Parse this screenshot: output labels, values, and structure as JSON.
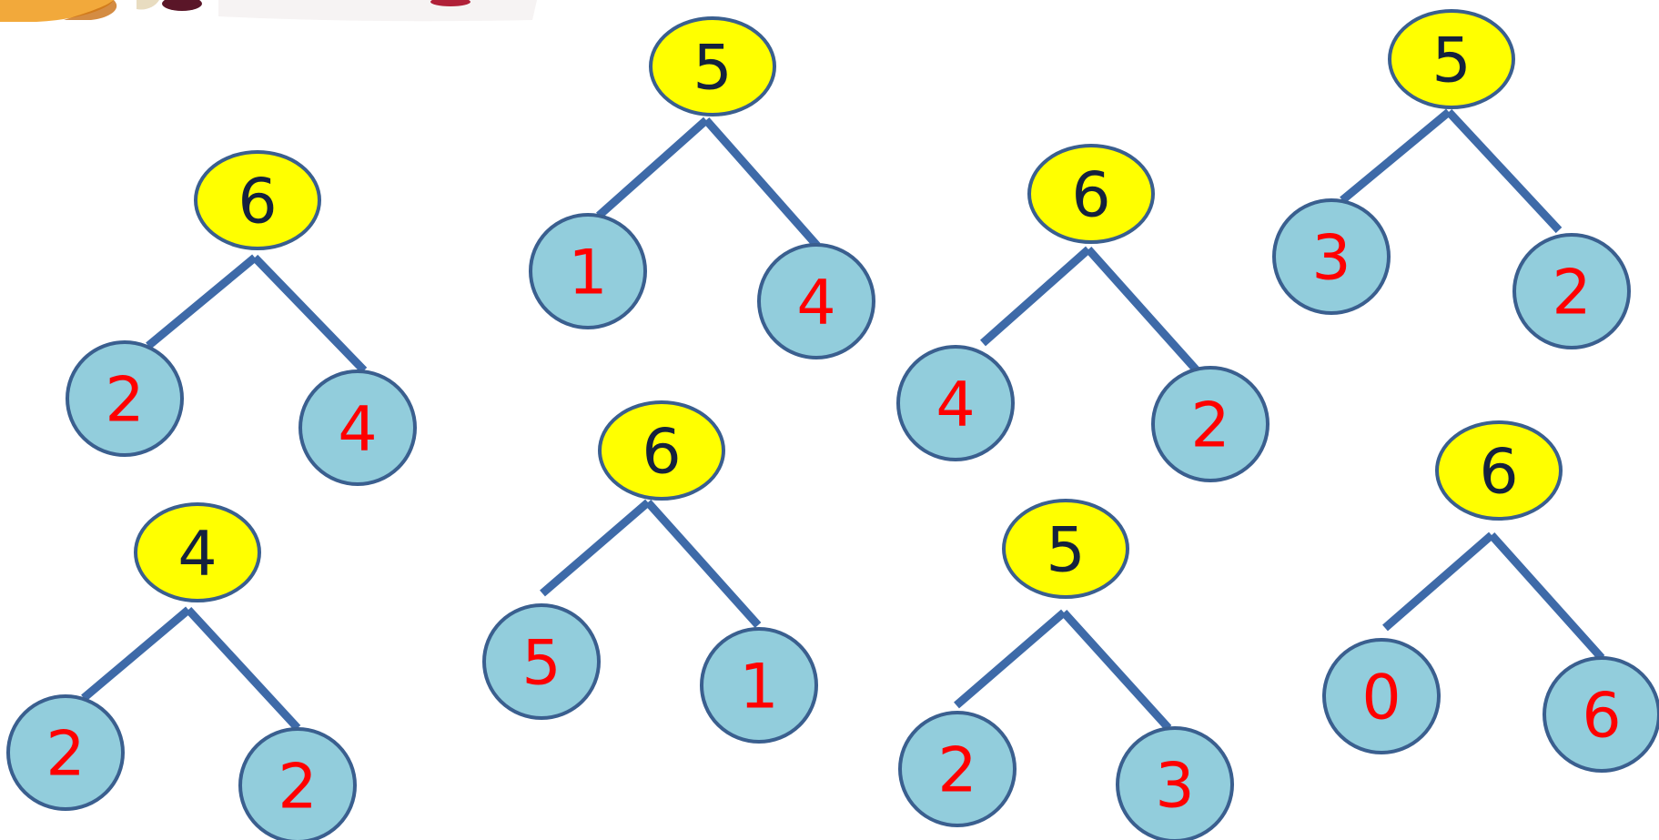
{
  "colors": {
    "whole_fill": "#FFFF00",
    "part_fill": "#92CDDC",
    "outline": "#3A5F8F",
    "connector": "#3E6AA8",
    "whole_text": "#14213D",
    "part_text": "#FF0000"
  },
  "bonds": [
    {
      "whole": "6",
      "left": "2",
      "right": "4"
    },
    {
      "whole": "5",
      "left": "1",
      "right": "4"
    },
    {
      "whole": "6",
      "left": "4",
      "right": "2"
    },
    {
      "whole": "5",
      "left": "3",
      "right": "2"
    },
    {
      "whole": "4",
      "left": "2",
      "right": "2"
    },
    {
      "whole": "6",
      "left": "5",
      "right": "1"
    },
    {
      "whole": "5",
      "left": "2",
      "right": "3"
    },
    {
      "whole": "6",
      "left": "0",
      "right": "6"
    }
  ]
}
